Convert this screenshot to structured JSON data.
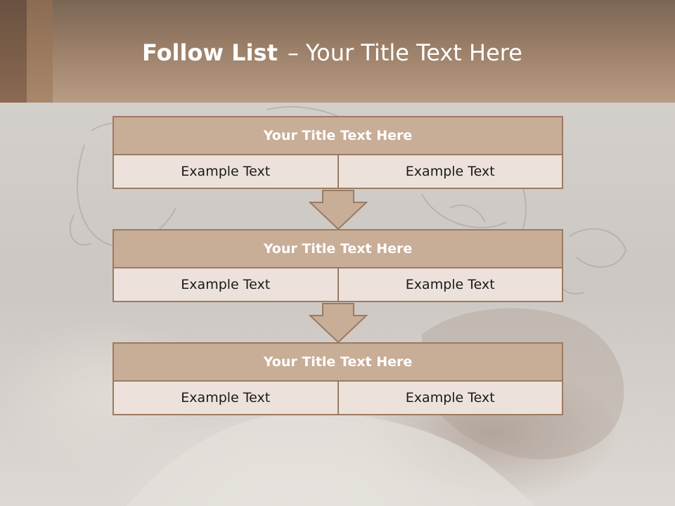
{
  "title": {
    "bold": "Follow List",
    "separator": "–",
    "rest": "Your Title Text Here"
  },
  "blocks": [
    {
      "heading": "Your Title Text Here",
      "cells": [
        "Example Text",
        "Example Text"
      ]
    },
    {
      "heading": "Your Title Text Here",
      "cells": [
        "Example Text",
        "Example Text"
      ]
    },
    {
      "heading": "Your Title Text Here",
      "cells": [
        "Example Text",
        "Example Text"
      ]
    }
  ],
  "colors": {
    "header": "#9a7e67",
    "box_header": "#c8ad97",
    "box_cell": "#ece2db",
    "border": "#9c7a62"
  }
}
